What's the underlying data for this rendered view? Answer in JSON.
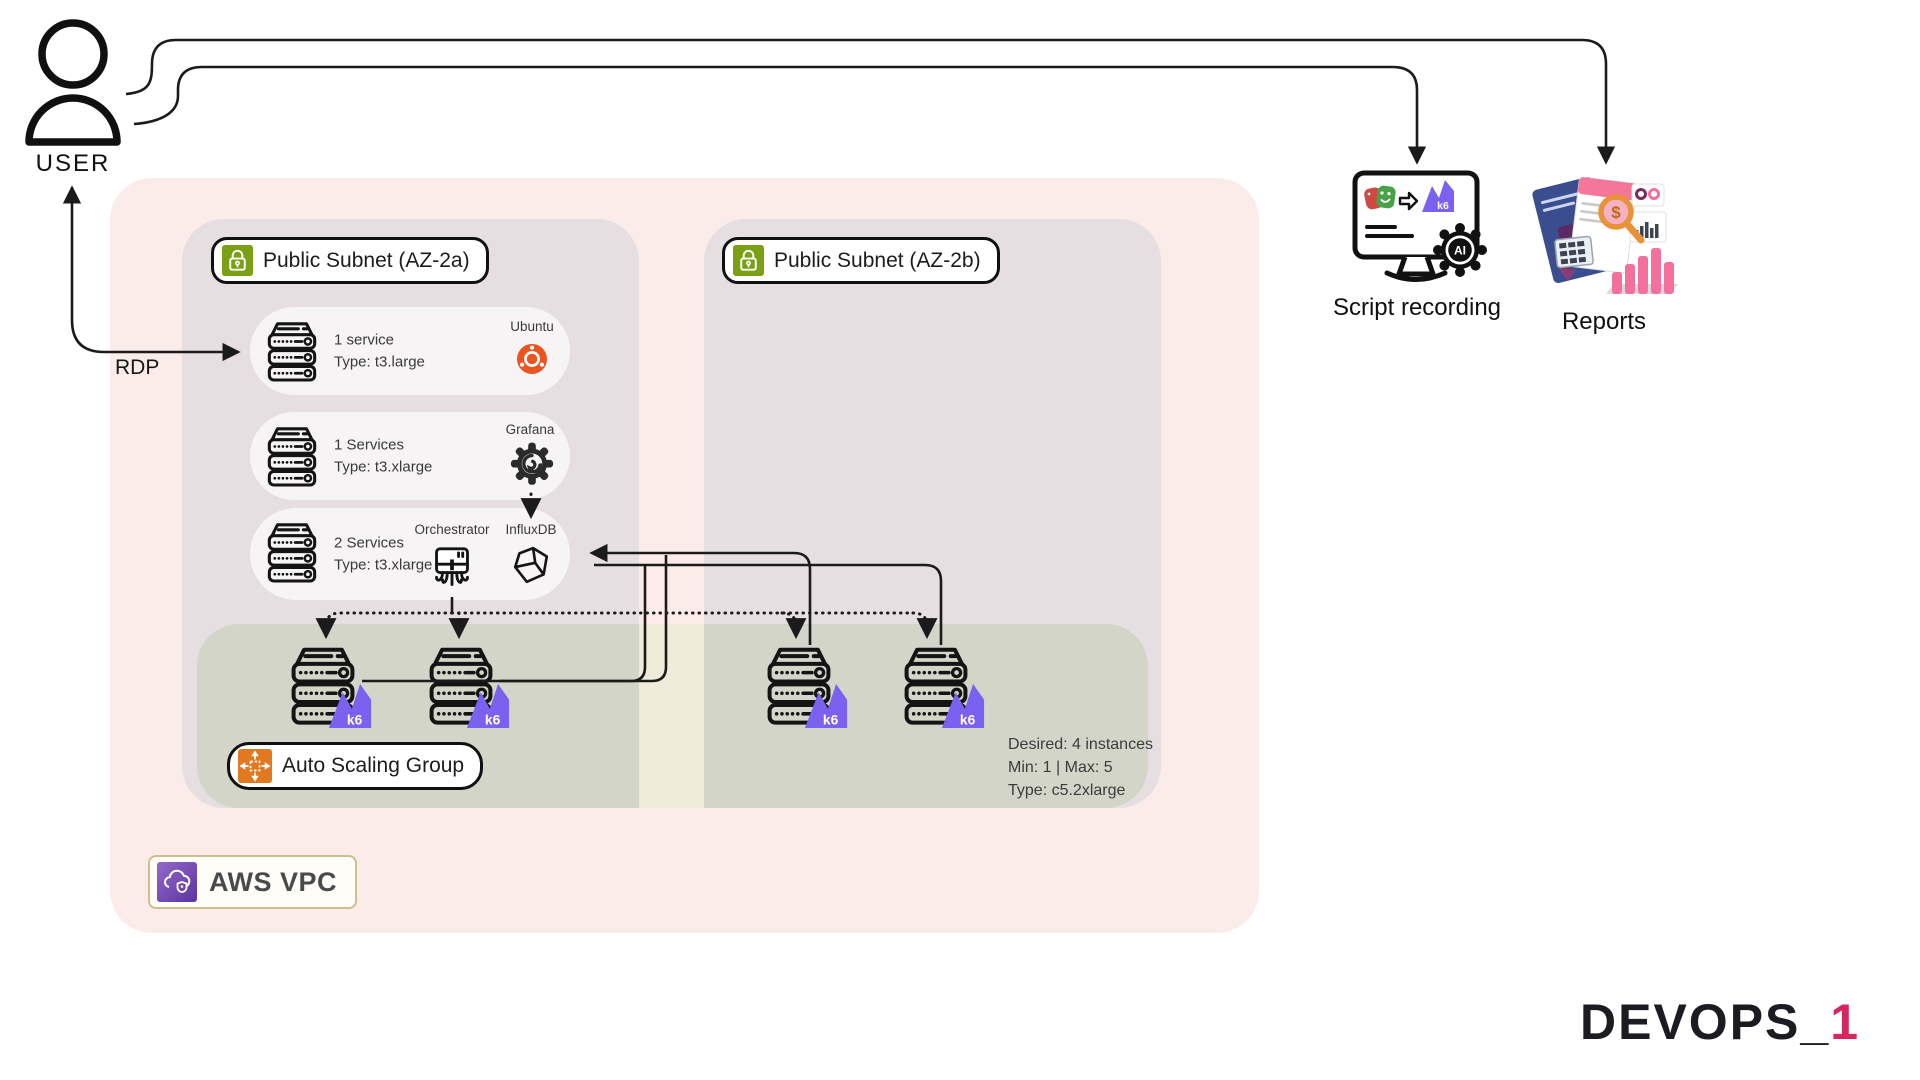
{
  "user": {
    "label": "USER"
  },
  "connections": {
    "rdp_label": "RDP"
  },
  "vpc": {
    "label": "AWS VPC"
  },
  "subnets": [
    {
      "label": "Public Subnet (AZ-2a)"
    },
    {
      "label": "Public Subnet (AZ-2b)"
    }
  ],
  "services": [
    {
      "count": "1 service",
      "type": "Type: t3.large",
      "badges": [
        {
          "name": "Ubuntu"
        }
      ]
    },
    {
      "count": "1 Services",
      "type": "Type: t3.xlarge",
      "badges": [
        {
          "name": "Grafana"
        }
      ]
    },
    {
      "count": "2 Services",
      "type": "Type: t3.xlarge",
      "badges": [
        {
          "name": "Orchestrator"
        },
        {
          "name": "InfluxDB"
        }
      ]
    }
  ],
  "asg": {
    "label": "Auto Scaling Group",
    "instance_badge": "k6",
    "instance_count": 4,
    "details": [
      "Desired: 4 instances",
      "Min: 1 | Max: 5",
      "Type: c5.2xlarge"
    ]
  },
  "outputs": {
    "script_recording": {
      "label": "Script recording",
      "k6_label": "k6",
      "ai_label": "AI"
    },
    "reports": {
      "label": "Reports"
    }
  },
  "brand": {
    "black_part": "DEVOPS_",
    "accent_part": "1",
    "accent_color": "#d6265c"
  },
  "colors": {
    "vpc_bg": "#fbecea",
    "subnet_bg": "#e6dfe2",
    "asg_bg": "#d2d5c8",
    "asg_gap_bg": "#efecda",
    "card_bg": "#f7f4f5",
    "subnet_icon_green": "#7aa116",
    "asg_icon_orange": "#e0791f",
    "vpc_icon_purple": "#6b3fa6",
    "ubuntu_orange": "#e95420",
    "k6_purple": "#7b61f0",
    "line": "#1b1b1b"
  }
}
